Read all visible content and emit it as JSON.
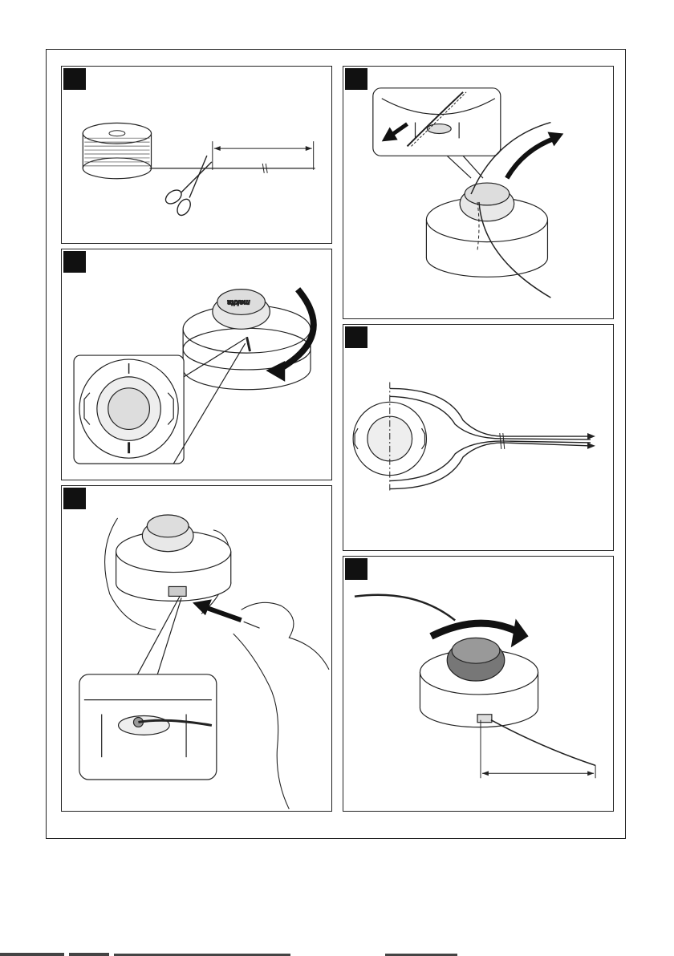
{
  "manual": {
    "brand_logo": "makita",
    "figures": [
      {
        "id": "fig-1",
        "subject": "cut-line-from-spool"
      },
      {
        "id": "fig-2",
        "subject": "align-arrow-marks"
      },
      {
        "id": "fig-3",
        "subject": "insert-line-into-hole"
      },
      {
        "id": "fig-4",
        "subject": "pull-line-through-other-side"
      },
      {
        "id": "fig-5",
        "subject": "fold-line-equal-halves"
      },
      {
        "id": "fig-6",
        "subject": "wind-line-leave-ends"
      }
    ],
    "icons": [
      "scissors-icon",
      "spool-icon",
      "rotation-arrow-icon",
      "hand-icon",
      "magnifier-callout-icon",
      "dimension-arrow-icon"
    ]
  }
}
